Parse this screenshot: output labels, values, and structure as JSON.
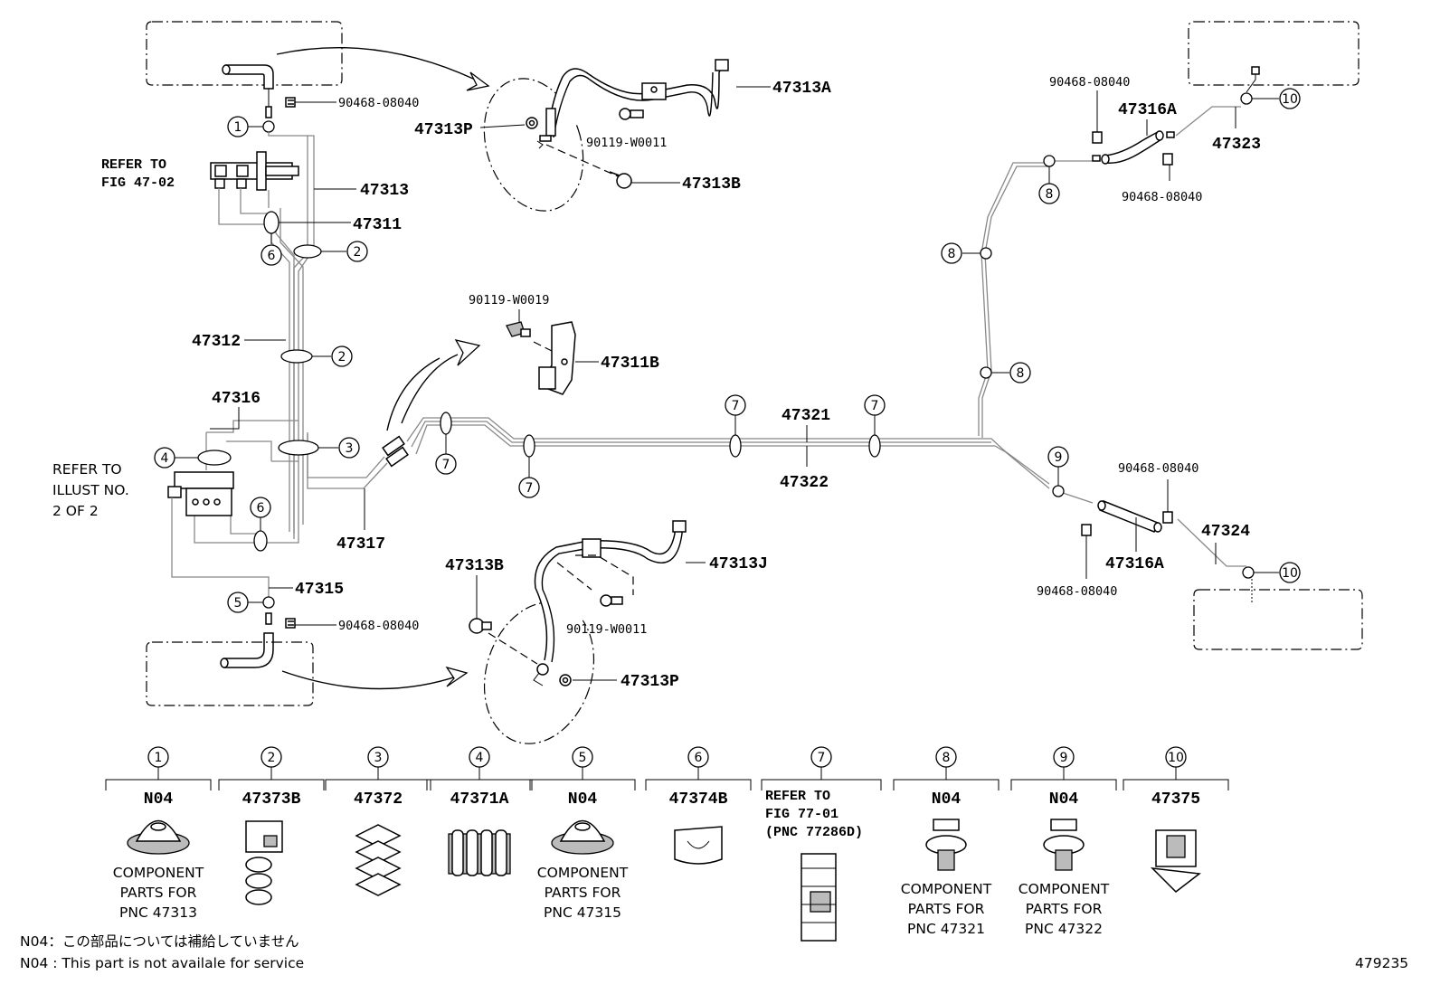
{
  "parts": {
    "p47313A": "47313A",
    "p47313P_top": "47313P",
    "p90119W0011_top": "90119-W0011",
    "p47313B_top": "47313B",
    "p90468_top_left": "90468-08040",
    "p47313": "47313",
    "p47311": "47311",
    "p47312": "47312",
    "p47316": "47316",
    "p47317": "47317",
    "p47315": "47315",
    "p90468_bot_left": "90468-08040",
    "p90119W0019": "90119-W0019",
    "p47311B": "47311B",
    "p47321": "47321",
    "p47322": "47322",
    "p47313B_bot": "47313B",
    "p47313J": "47313J",
    "p90119W0011_bot": "90119-W0011",
    "p47313P_bot": "47313P",
    "p90468_top_right1": "90468-08040",
    "p47316A_top": "47316A",
    "p47323": "47323",
    "p90468_top_right2": "90468-08040",
    "p90468_mid_right": "90468-08040",
    "p47324": "47324",
    "p47316A_bot": "47316A",
    "p90468_bot_right": "90468-08040"
  },
  "refs": {
    "refer_fig_1": "REFER TO",
    "refer_fig_2": "FIG 47-02",
    "refer_illust_1": "REFER TO",
    "refer_illust_2": "ILLUST NO.",
    "refer_illust_3": "2 OF 2"
  },
  "callouts": {
    "c1": "1",
    "c2": "2",
    "c3": "3",
    "c4": "4",
    "c5": "5",
    "c6": "6",
    "c7": "7",
    "c8": "8",
    "c9": "9",
    "c10": "10"
  },
  "legend": [
    {
      "num": "1",
      "code": "N04",
      "desc": [
        "COMPONENT",
        "PARTS FOR",
        "PNC 47313"
      ]
    },
    {
      "num": "2",
      "code": "47373B",
      "desc": []
    },
    {
      "num": "3",
      "code": "47372",
      "desc": []
    },
    {
      "num": "4",
      "code": "47371A",
      "desc": []
    },
    {
      "num": "5",
      "code": "N04",
      "desc": [
        "COMPONENT",
        "PARTS FOR",
        "PNC 47315"
      ]
    },
    {
      "num": "6",
      "code": "47374B",
      "desc": []
    },
    {
      "num": "7",
      "code": "REFER TO",
      "desc": [
        "FIG 77-01",
        "(PNC 77286D)"
      ]
    },
    {
      "num": "8",
      "code": "N04",
      "desc": [
        "COMPONENT",
        "PARTS FOR",
        "PNC 47321"
      ]
    },
    {
      "num": "9",
      "code": "N04",
      "desc": [
        "COMPONENT",
        "PARTS FOR",
        "PNC 47322"
      ]
    },
    {
      "num": "10",
      "code": "47375",
      "desc": []
    }
  ],
  "notes": {
    "jp": "N04：この部品については補給していません",
    "en": "N04 : This part is not availale for service"
  },
  "illustration_id": "479235"
}
